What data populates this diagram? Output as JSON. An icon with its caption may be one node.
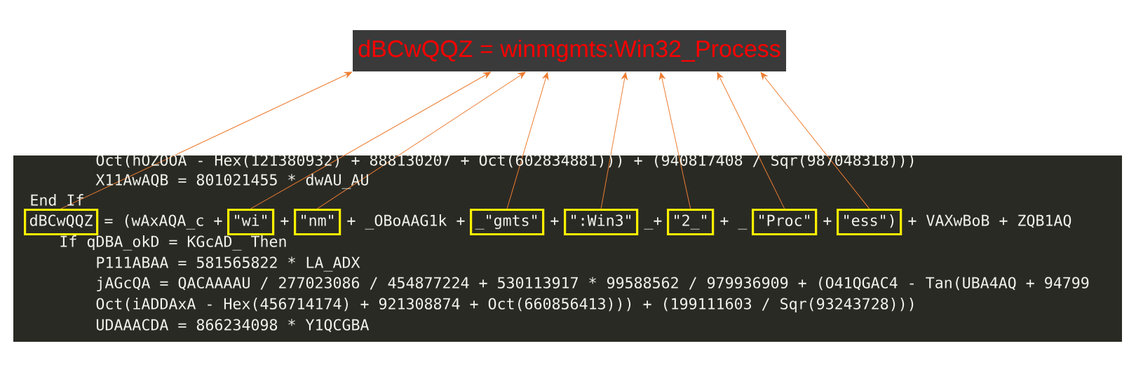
{
  "diagram": {
    "nodes": [
      {
        "text": [
          "dBCwQQZ = winmgmts:Win32_Process"
        ]
      },
      {
        "text": [],
        "shape": "box"
      },
      {
        "text": [
          "dBCwQQZ"
        ],
        "in": 1
      },
      {
        "text": [
          "\"wi\""
        ],
        "in": 1
      },
      {
        "text": [
          "\"nm\""
        ],
        "in": 1
      },
      {
        "text": [
          "_\"gmts\""
        ],
        "in": 1
      },
      {
        "text": [
          "\":Win3\""
        ],
        "in": 1
      },
      {
        "text": [
          "\"2_\""
        ],
        "in": 1
      },
      {
        "text": [
          "\"Proc\""
        ],
        "in": 1
      },
      {
        "text": [
          "\"ess\")"
        ],
        "in": 1
      }
    ],
    "edges": [
      {
        "from": 2,
        "to": 0,
        "arrow": "to"
      },
      {
        "from": 3,
        "to": 0,
        "arrow": "to"
      },
      {
        "from": 4,
        "to": 0,
        "arrow": "to"
      },
      {
        "from": 5,
        "to": 0,
        "arrow": "to"
      },
      {
        "from": 6,
        "to": 0,
        "arrow": "to"
      },
      {
        "from": 7,
        "to": 0,
        "arrow": "to"
      },
      {
        "from": 8,
        "to": 0,
        "arrow": "to"
      },
      {
        "from": 9,
        "to": 0,
        "arrow": "to"
      }
    ],
    "labels": [
      "Oct(hOZOOA - Hex(121380932) + 888130207 + Oct(602834881))) + (940817408 / Sqr(987048318)))",
      "X11AwAQB = 801021455 * dwAU_AU",
      "End If",
      "= (wAxAQA_c +",
      "+",
      "+ _OBoAAG1k +",
      "+",
      "_+",
      "+ _",
      "+",
      "+ VAXwBoB + ZQB1AQ",
      "If qDBA_okD = KGcAD_ Then",
      "P111ABAA = 581565822 * LA_ADX",
      "jAGcQA = QACAAAAU / 277023086 / 454877224 + 530113917 * 99588562 / 979936909 + (O41QGAC4 - Tan(UBA4AQ + 94799",
      "Oct(iADDAxA - Hex(456714174) + 921308874 + Oct(660856413))) + (199111603 / Sqr(93243728)))",
      "UDAAACDA = 866234098 * Y1QCGBA"
    ]
  }
}
